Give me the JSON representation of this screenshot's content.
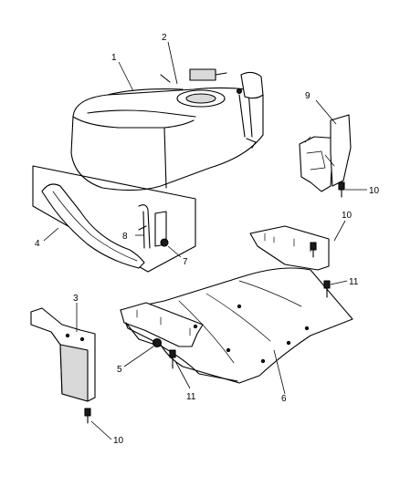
{
  "callouts": {
    "c1": "1",
    "c2": "2",
    "c3": "3",
    "c4": "4",
    "c5": "5",
    "c6": "6",
    "c7": "7",
    "c8": "8",
    "c9": "9",
    "c10a": "10",
    "c10b": "10",
    "c10c": "10",
    "c11a": "11",
    "c11b": "11"
  }
}
